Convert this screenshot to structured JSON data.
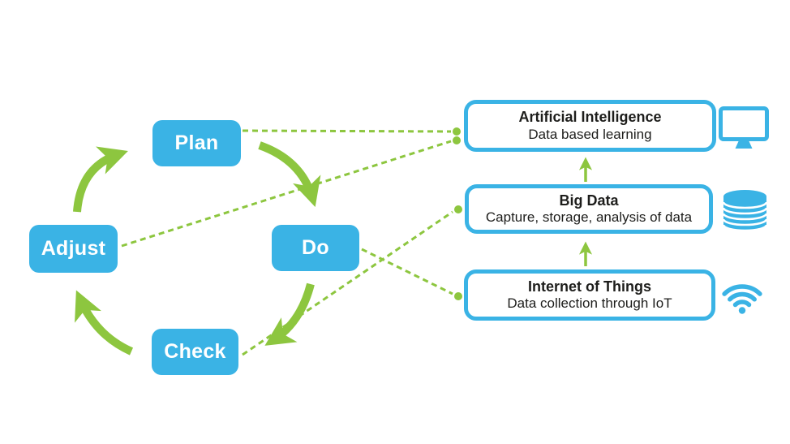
{
  "diagram": {
    "cycle": {
      "nodes": [
        {
          "label": "Plan"
        },
        {
          "label": "Do"
        },
        {
          "label": "Check"
        },
        {
          "label": "Adjust"
        }
      ],
      "arrows": [
        {
          "from": "Adjust",
          "to": "Plan"
        },
        {
          "from": "Plan",
          "to": "Do"
        },
        {
          "from": "Do",
          "to": "Check"
        },
        {
          "from": "Check",
          "to": "Adjust"
        }
      ]
    },
    "tech": {
      "items": [
        {
          "title": "Artificial Intelligence",
          "subtitle": "Data based learning",
          "icon": "monitor-icon"
        },
        {
          "title": "Big Data",
          "subtitle": "Capture, storage, analysis of data",
          "icon": "database-icon"
        },
        {
          "title": "Internet of Things",
          "subtitle": "Data collection through IoT",
          "icon": "wifi-icon"
        }
      ],
      "stack_arrows": [
        {
          "from": "Internet of Things",
          "to": "Big Data"
        },
        {
          "from": "Big Data",
          "to": "Artificial Intelligence"
        }
      ]
    },
    "links": [
      {
        "from": "Plan",
        "to": "Artificial Intelligence",
        "style": "dashed"
      },
      {
        "from": "Adjust",
        "to": "Artificial Intelligence",
        "style": "dashed"
      },
      {
        "from": "Check",
        "to": "Big Data",
        "style": "dashed"
      },
      {
        "from": "Do",
        "to": "Internet of Things",
        "style": "dashed"
      }
    ],
    "colors": {
      "box_blue": "#3ab3e5",
      "arrow_green": "#8dc63f",
      "text_dark": "#1d1d1b",
      "background": "#ffffff"
    }
  }
}
